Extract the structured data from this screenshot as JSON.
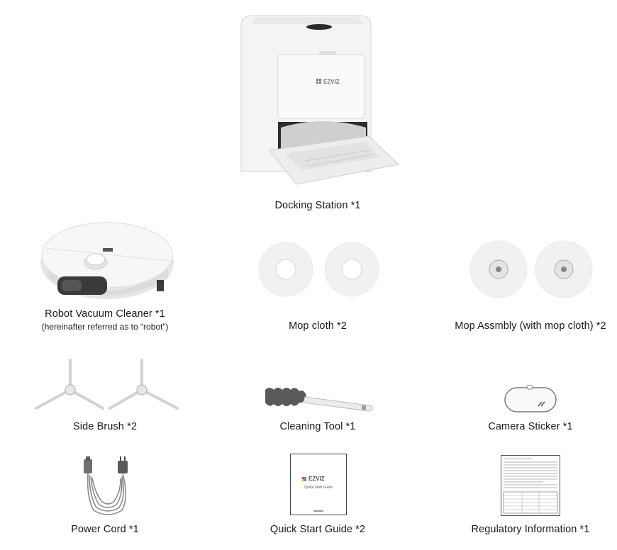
{
  "items": [
    {
      "name": "Docking Station *1"
    },
    {
      "name": "Robot Vacuum Cleaner *1",
      "note": "(hereinafter referred as to “robot”)"
    },
    {
      "name": "Mop cloth *2"
    },
    {
      "name": "Mop Assmbly (with mop cloth) *2"
    },
    {
      "name": "Side Brush *2"
    },
    {
      "name": "Cleaning Tool *1"
    },
    {
      "name": "Camera Sticker *1"
    },
    {
      "name": "Power Cord *1"
    },
    {
      "name": "Quick Start Guide *2"
    },
    {
      "name": "Regulatory Information *1"
    }
  ],
  "brand": {
    "logo_text": "EZVIZ",
    "guide_title": "Quick Start Guide",
    "logo_colors": [
      "#e8452c",
      "#3a9be0",
      "#f2b51c",
      "#4bb84a"
    ]
  }
}
